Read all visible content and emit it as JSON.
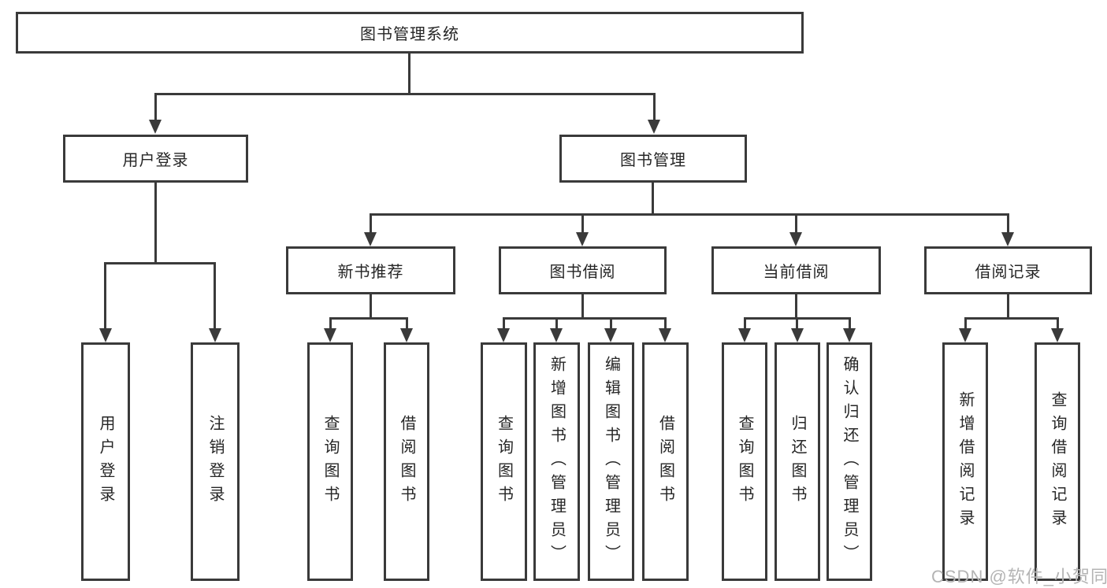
{
  "colors": {
    "line": "#3a3a3a",
    "text": "#262626",
    "watermark": "#b4b4b4",
    "background": "#ffffff"
  },
  "diagram": {
    "root": {
      "label": "图书管理系统"
    },
    "branches": [
      {
        "label": "用户登录",
        "children": [
          {
            "label": "用户登录"
          },
          {
            "label": "注销登录"
          }
        ]
      },
      {
        "label": "图书管理",
        "children": [
          {
            "label": "新书推荐",
            "children": [
              {
                "label": "查询图书"
              },
              {
                "label": "借阅图书"
              }
            ]
          },
          {
            "label": "图书借阅",
            "children": [
              {
                "label": "查询图书"
              },
              {
                "label": "新增图书（管理员）"
              },
              {
                "label": "编辑图书（管理员）"
              },
              {
                "label": "借阅图书"
              }
            ]
          },
          {
            "label": "当前借阅",
            "children": [
              {
                "label": "查询图书"
              },
              {
                "label": "归还图书"
              },
              {
                "label": "确认归还（管理员）"
              }
            ]
          },
          {
            "label": "借阅记录",
            "children": [
              {
                "label": "新增借阅记录"
              },
              {
                "label": "查询借阅记录"
              }
            ]
          }
        ]
      }
    ]
  },
  "watermark": {
    "text": "CSDN @软件_小贺同学"
  }
}
